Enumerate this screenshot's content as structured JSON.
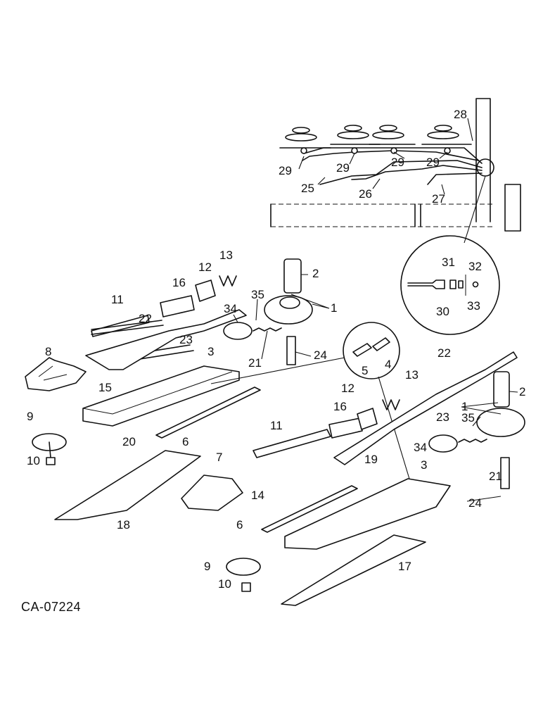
{
  "figure_code": "CA-07224",
  "callouts": {
    "c1a": "1",
    "c1b": "1",
    "c2a": "2",
    "c2b": "2",
    "c3a": "3",
    "c3b": "3",
    "c4": "4",
    "c5": "5",
    "c6a": "6",
    "c6b": "6",
    "c7": "7",
    "c8": "8",
    "c9a": "9",
    "c9b": "9",
    "c10a": "10",
    "c10b": "10",
    "c11a": "11",
    "c11b": "11",
    "c12a": "12",
    "c12b": "12",
    "c13a": "13",
    "c13b": "13",
    "c14": "14",
    "c15": "15",
    "c16a": "16",
    "c16b": "16",
    "c17": "17",
    "c18": "18",
    "c19": "19",
    "c20": "20",
    "c21a": "21",
    "c21b": "21",
    "c22a": "22",
    "c22b": "22",
    "c23a": "23",
    "c23b": "23",
    "c24a": "24",
    "c24b": "24",
    "c25": "25",
    "c26": "26",
    "c27": "27",
    "c28": "28",
    "c29a": "29",
    "c29b": "29",
    "c29c": "29",
    "c29d": "29",
    "c30": "30",
    "c31": "31",
    "c32": "32",
    "c33": "33",
    "c34a": "34",
    "c34b": "34",
    "c35a": "35",
    "c35b": "35"
  }
}
